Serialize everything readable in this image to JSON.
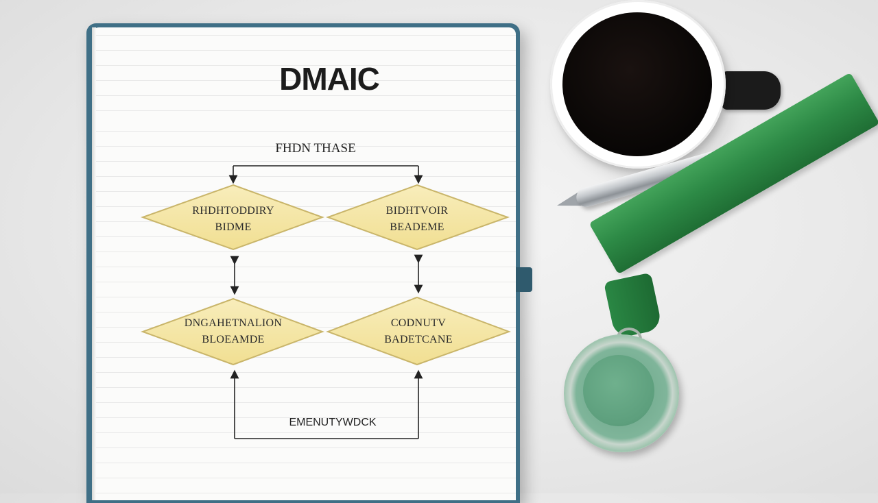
{
  "notebook": {
    "title": "DMAIC",
    "subtitle": "FHDN THASE",
    "diamonds": [
      {
        "line1": "RHDHTODDIRY",
        "line2": "BIDME"
      },
      {
        "line1": "BIDHTVOIR",
        "line2": "BEADEME"
      },
      {
        "line1": "DNGAHETNALION",
        "line2": "BLOEAMDE"
      },
      {
        "line1": "CODNUTV",
        "line2": "BADETCANE"
      }
    ],
    "bottom_label": "EMENUTYWDCK"
  },
  "colors": {
    "notebook_cover": "#3f6f86",
    "diamond_fill": "#f5e7a9",
    "ribbon": "#2d8a46",
    "medal": "#7fb59a",
    "coffee": "#080605"
  },
  "objects": [
    "notebook",
    "coffee-cup",
    "pen",
    "medal"
  ]
}
